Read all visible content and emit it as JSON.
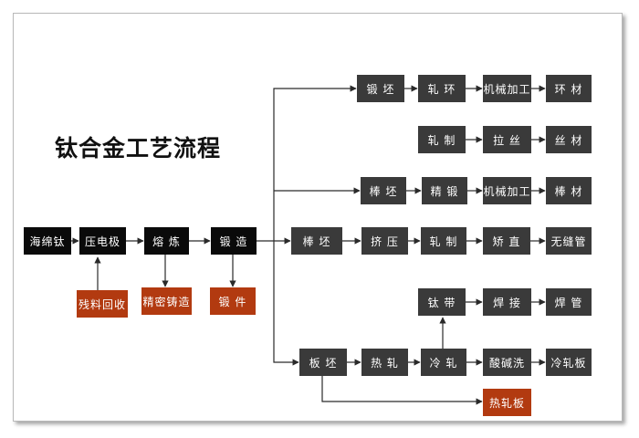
{
  "title": "钛合金工艺流程",
  "nodes": {
    "sponge_ti": "海绵钛",
    "electrode": "压电极",
    "smelting": "熔 炼",
    "forging1": "锻 造",
    "scrap_recycle": "残料回收",
    "precision_cast": "精密铸造",
    "forging_part": "锻 件",
    "forged_billet": "锻 坯",
    "ring_rolling": "轧 环",
    "machining1": "机械加工",
    "ring_material": "环 材",
    "rolling_wire": "轧 制",
    "wire_drawing": "拉 丝",
    "wire_material": "丝 材",
    "bar_billet1": "棒 坯",
    "precision_forging": "精 锻",
    "machining2": "机械加工",
    "bar_material": "棒 材",
    "bar_billet2": "棒 坯",
    "extrusion": "挤 压",
    "rolling2": "轧 制",
    "straightening": "矫 直",
    "seamless_tube": "无缝管",
    "ti_strip": "钛 带",
    "welding": "焊 接",
    "welded_tube": "焊 管",
    "slab": "板 坯",
    "hot_rolling": "热 轧",
    "cold_rolling": "冷 轧",
    "pickling": "酸碱洗",
    "cold_rolled_plate": "冷轧板",
    "hot_rolled_plate": "热轧板"
  }
}
